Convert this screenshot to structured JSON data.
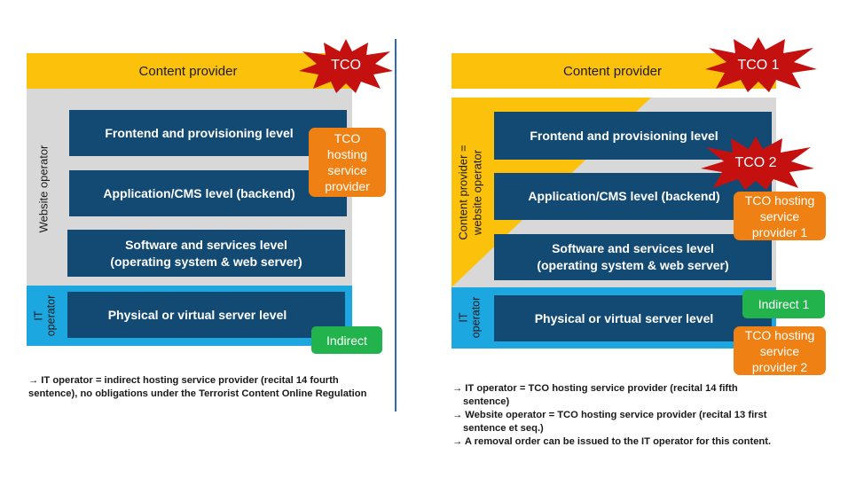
{
  "colors": {
    "yellow": "#fcc20b",
    "grey": "#d8d8d8",
    "cyan": "#1da7e0",
    "navy": "#134a73",
    "orange": "#ef8114",
    "green": "#22b34c",
    "red": "#c4100f",
    "divider": "#2a6db5"
  },
  "left": {
    "content_provider": "Content provider",
    "tco": "TCO",
    "website_operator": "Website operator",
    "it_operator": "IT operator",
    "levels": {
      "frontend": "Frontend and provisioning level",
      "application": "Application/CMS level (backend)",
      "software_line1": "Software and services level",
      "software_line2": "(operating system & web server)",
      "physical": "Physical or virtual server level"
    },
    "tco_hosting": [
      "TCO",
      "hosting",
      "service",
      "provider"
    ],
    "indirect": "Indirect",
    "notes": [
      "→ IT operator = indirect hosting service provider (recital 14 fourth",
      "sentence), no obligations under the Terrorist Content Online Regulation"
    ]
  },
  "right": {
    "content_provider": "Content provider",
    "tco1": "TCO 1",
    "tco2": "TCO 2",
    "cp_website_operator_line1": "Content provider =",
    "cp_website_operator_line2": "website operator",
    "it_operator": "IT operator",
    "levels": {
      "frontend": "Frontend and provisioning level",
      "application": "Application/CMS level (backend)",
      "software_line1": "Software and services level",
      "software_line2": "(operating system & web server)",
      "physical": "Physical or virtual server level"
    },
    "tco_hosting_1": [
      "TCO hosting",
      "service",
      "provider 1"
    ],
    "indirect1": "Indirect 1",
    "tco_hosting_2": [
      "TCO hosting",
      "service",
      "provider 2"
    ],
    "notes": [
      "→ IT operator = TCO hosting service provider (recital 14 fifth",
      "sentence)",
      "→ Website operator = TCO hosting service provider (recital 13 first",
      "sentence et seq.)",
      "→ A removal order can be issued to the IT operator for this content."
    ]
  }
}
